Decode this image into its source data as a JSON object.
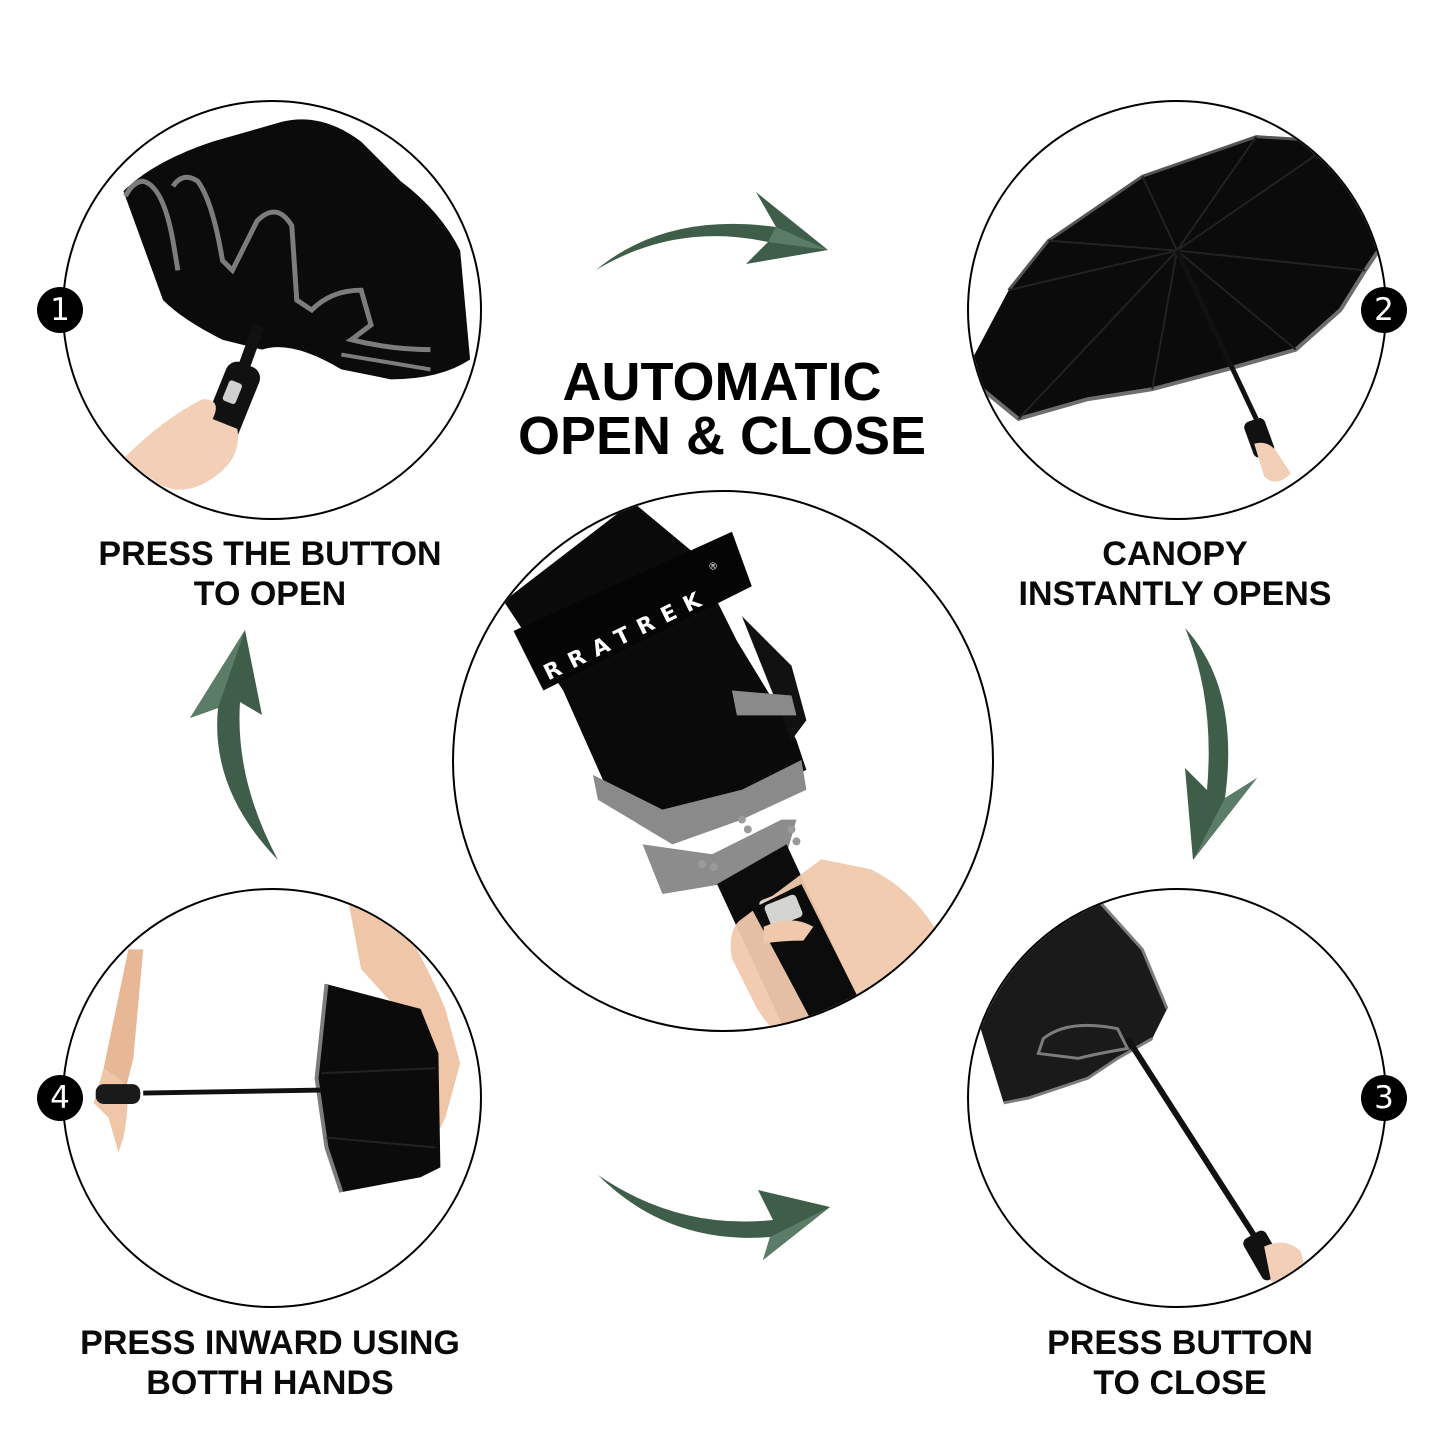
{
  "title": {
    "line1": "AUTOMATIC",
    "line2": "OPEN & CLOSE"
  },
  "brand": {
    "logo_text": "RRATREK",
    "registered_mark": "®"
  },
  "colors": {
    "arrow_green": "#3f5e49",
    "arrow_green_light": "#5b7c66",
    "canopy_black": "#0b0b0b",
    "trim_gray": "#7d7d7d",
    "badge_black": "#000000",
    "circle_stroke": "#000000"
  },
  "steps": [
    {
      "number": "1",
      "caption_line1": "PRESS THE BUTTON",
      "caption_line2": "TO OPEN",
      "image": "umbrella-opening-icon"
    },
    {
      "number": "2",
      "caption_line1": "CANOPY",
      "caption_line2": "INSTANTLY OPENS",
      "image": "umbrella-open-icon"
    },
    {
      "number": "3",
      "caption_line1": "PRESS BUTTON",
      "caption_line2": "TO CLOSE",
      "image": "umbrella-closing-icon"
    },
    {
      "number": "4",
      "caption_line1": "PRESS INWARD USING",
      "caption_line2": "BOTTH HANDS",
      "image": "umbrella-fold-icon"
    }
  ],
  "center_image": "umbrella-handle-closeup-icon",
  "arrows": [
    {
      "from": "1",
      "to": "2",
      "direction": "right"
    },
    {
      "from": "2",
      "to": "3",
      "direction": "down"
    },
    {
      "from": "4",
      "to": "3",
      "direction": "right"
    },
    {
      "from": "4",
      "to": "1",
      "direction": "up"
    }
  ]
}
